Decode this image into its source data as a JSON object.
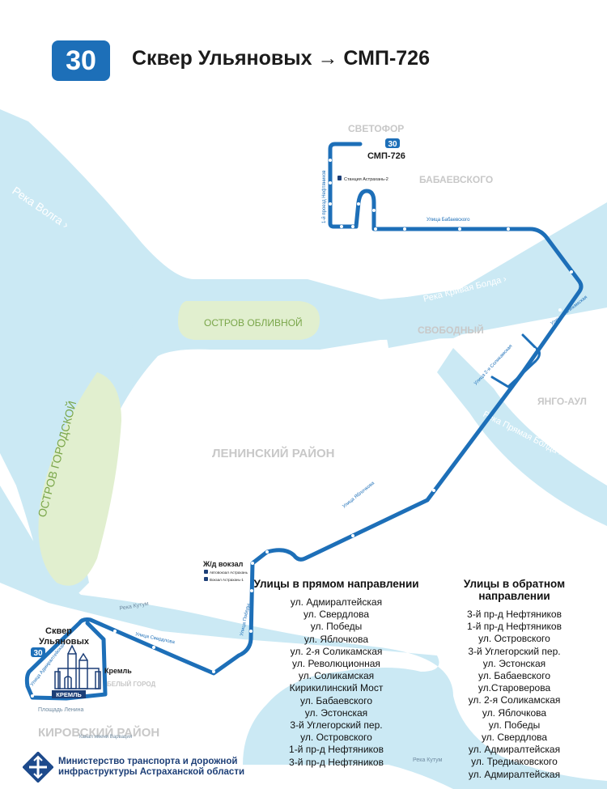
{
  "route": {
    "number": "30",
    "title": "Сквер Ульяновых → СМП-726"
  },
  "colors": {
    "route_line": "#1d6fb8",
    "water": "#cbe9f4",
    "island": "#e1efcf",
    "badge": "#1d6fb8"
  },
  "map_labels": {
    "svetofor": "СВЕТОФОР",
    "babaevskogo_district": "БАБАЕВСКОГО",
    "svobodny": "СВОБОДНЫЙ",
    "yango_aul": "ЯНГО-АУЛ",
    "leninsky": "ЛЕНИНСКИЙ РАЙОН",
    "kirovsky": "КИРОВСКИЙ РАЙОН",
    "island_oblivnoy": "ОСТРОВ ОБЛИВНОЙ",
    "island_gorodskoy": "ОСТРОВ ГОРОДСКОЙ",
    "river_volga": "Река Волга ›",
    "river_krivaya_bolda": "Река Кривая Болда ›",
    "river_pryamaya_bolda": "Река Прямая Болда ›",
    "river_kutum_1": "Река Кутум",
    "river_kutum_2": "Река Кутум",
    "canal_varvatsiya": "Канал имени Варвация",
    "bely_gorod": "БЕЛЫЙ ГОРОД",
    "kreml_label": "Кремль",
    "kreml_icon_label": "КРЕМЛЬ",
    "ploshchad_lenina": "Площадь Ленина"
  },
  "street_labels": {
    "neftyanikov_1": "1-й проезд Нефтяников",
    "babaevskogo_street": "Улица Бабаевского",
    "solikamskaya": "Улица 2-я Соликамская",
    "solikamskaya2": "Улица Соликамская",
    "yablochkova": "Улица Яблочкова",
    "pobedy": "Улица Победы",
    "sverdlova": "Улица Свердлова",
    "admiralteyskaya": "Улица Адмиралтейская"
  },
  "stops": {
    "terminus_end": "СМП-726",
    "terminus_end_badge": "30",
    "terminus_start": "Сквер\nУльяновых",
    "terminus_start_badge": "30",
    "station_astrakhan2": "Станция Астрахань-2",
    "railway_title": "Ж/д вокзал",
    "railway_sub1": "Автовокзал Астрахань",
    "railway_sub2": "Вокзал Астрахань-1"
  },
  "forward": {
    "heading": "Улицы в прямом направлении",
    "streets": [
      "ул. Адмиралтейская",
      "ул. Свердлова",
      "ул. Победы",
      "ул. Яблочкова",
      "ул. 2-я Соликамская",
      "ул. Революционная",
      "ул. Соликамская",
      "Кирикилинский Мост",
      "ул. Бабаевского",
      "ул. Эстонская",
      "3-й Углегорский пер.",
      "ул. Островского",
      "1-й пр-д Нефтяников",
      "3-й пр-д Нефтяников"
    ]
  },
  "backward": {
    "heading": "Улицы в обратном направлении",
    "streets": [
      "3-й пр-д Нефтяников",
      "1-й пр-д Нефтяников",
      "ул. Островского",
      "3-й Углегорский пер.",
      "ул. Эстонская",
      "ул. Бабаевского",
      "ул.Староверова",
      "ул. 2-я Соликамская",
      "ул. Яблочкова",
      "ул. Победы",
      "ул. Свердлова",
      "ул. Адмиралтейская",
      "ул. Тредиаковского",
      "ул. Адмиралтейская"
    ]
  },
  "ministry": {
    "line1": "Министерство транспорта и дорожной",
    "line2": "инфраструктуры Астраханской области"
  }
}
